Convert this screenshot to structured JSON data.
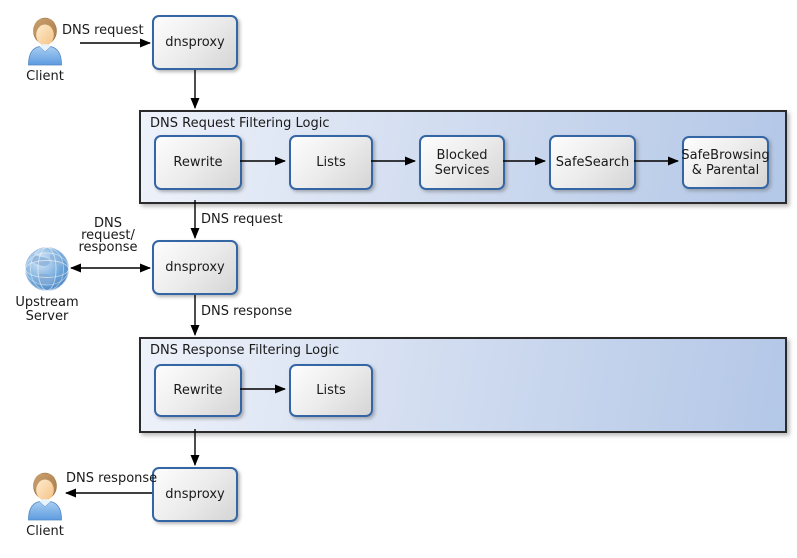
{
  "diagram": {
    "actors": {
      "client_top": {
        "label": "Client",
        "icon": "person-icon"
      },
      "upstream": {
        "label": "Upstream\nServer",
        "icon": "globe-icon"
      },
      "client_bottom": {
        "label": "Client",
        "icon": "person-icon"
      }
    },
    "proxies": {
      "top": {
        "label": "dnsproxy"
      },
      "middle": {
        "label": "dnsproxy"
      },
      "bottom": {
        "label": "dnsproxy"
      }
    },
    "containers": {
      "request": {
        "title": "DNS Request Filtering Logic",
        "steps": [
          "Rewrite",
          "Lists",
          "Blocked Services",
          "SafeSearch",
          "SafeBrowsing & Parental"
        ]
      },
      "response": {
        "title": "DNS Response Filtering Logic",
        "steps": [
          "Rewrite",
          "Lists"
        ]
      }
    },
    "edge_labels": {
      "client_to_proxy": "DNS request",
      "request_logic_to_proxy": "DNS request",
      "upstream_link": "DNS\nrequest/\nresponse",
      "proxy_to_response_logic": "DNS response",
      "proxy_to_client": "DNS response"
    },
    "colors": {
      "container_bg_start": "#eef2fa",
      "container_bg_end": "#b3c7e7",
      "container_border": "#2b2b2b",
      "node_border": "#3465a4",
      "node_bg_start": "#fdfdfd",
      "node_bg_end": "#d5d5d5",
      "arrow": "#000000"
    }
  }
}
